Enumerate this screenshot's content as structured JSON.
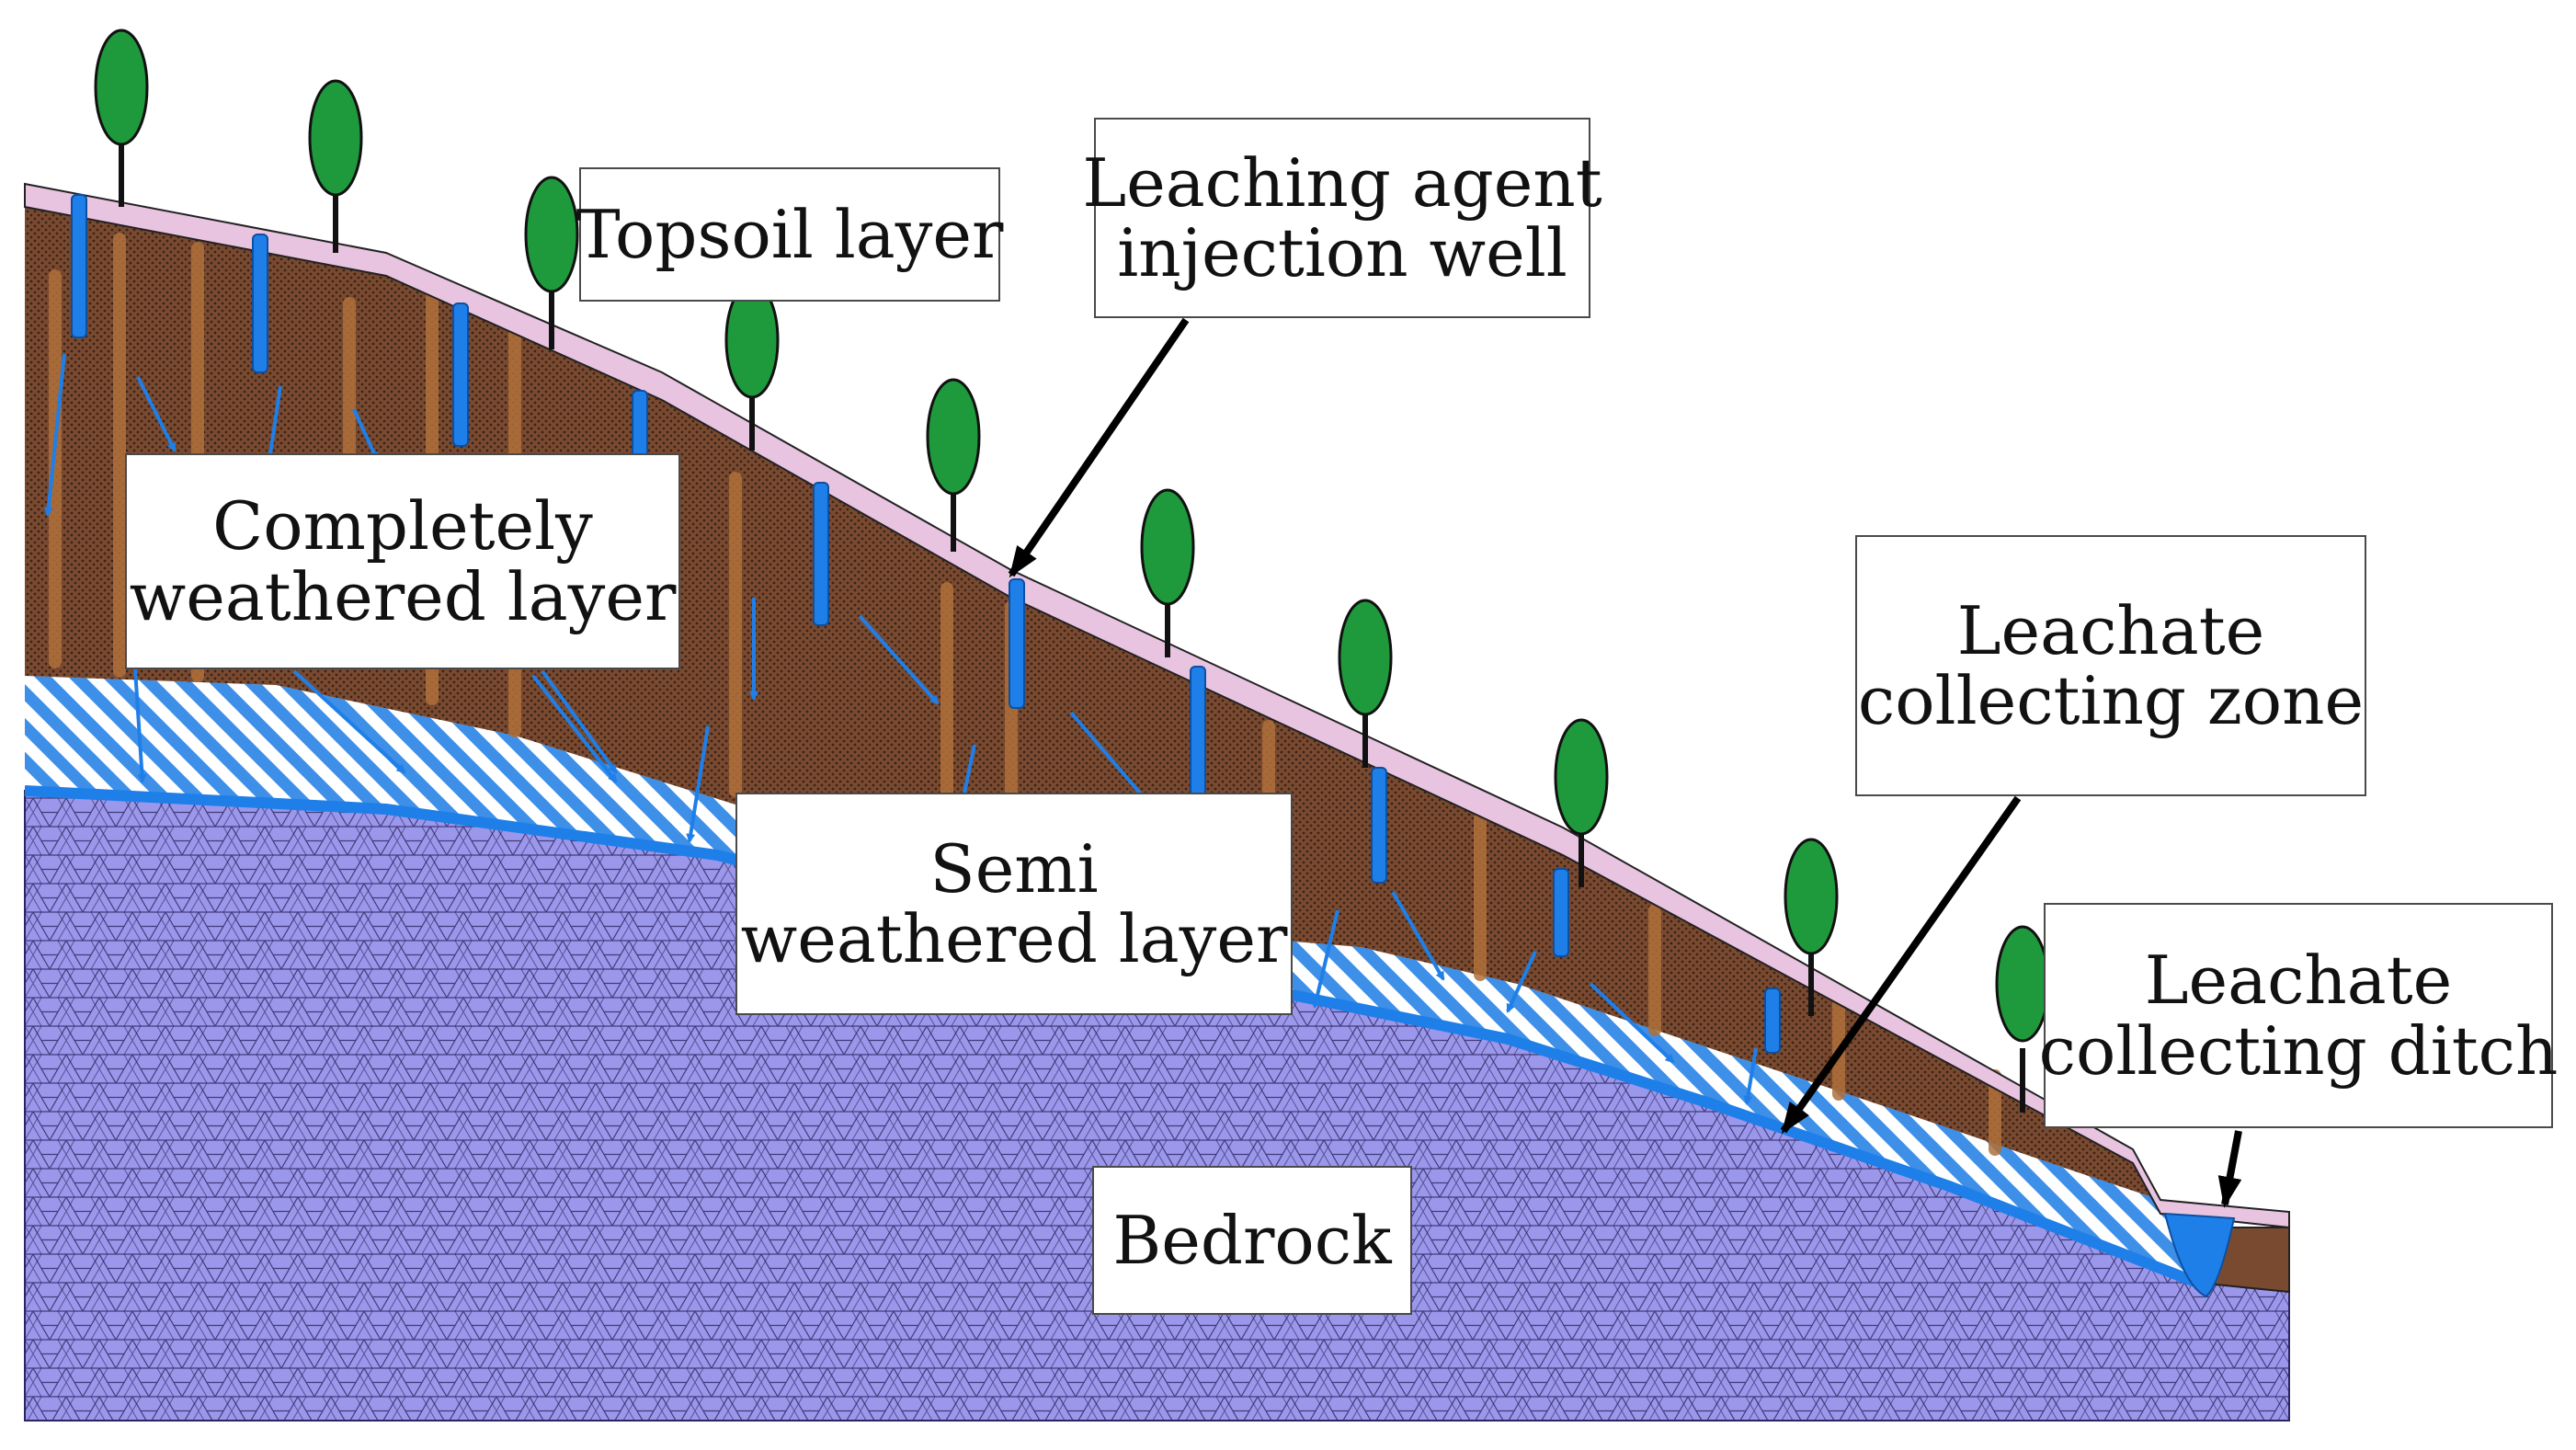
{
  "labels": {
    "topsoil": [
      "Topsoil layer"
    ],
    "injection_well": [
      "Leaching agent",
      "injection well"
    ],
    "completely_weathered": [
      "Completely",
      "weathered layer"
    ],
    "semi_weathered": [
      "Semi",
      "weathered layer"
    ],
    "collecting_zone": [
      "Leachate",
      "collecting zone"
    ],
    "collecting_ditch": [
      "Leachate",
      "collecting ditch"
    ],
    "bedrock": [
      "Bedrock"
    ]
  },
  "colors": {
    "topsoil": "#e8c4e0",
    "completely_weathered": "#7a4a30",
    "weathered_streak": "#b0703a",
    "semi_weathered_stripe": "#3d8fe8",
    "bedrock": "#9b97ea",
    "bedrock_mesh": "#2a2560",
    "water": "#1f7fe8",
    "tree_crown": "#1e9a3c",
    "trunk": "#111111"
  },
  "icons": {
    "tree": "tree-icon",
    "well": "injection-well-icon",
    "flow": "flow-arrow-icon"
  }
}
